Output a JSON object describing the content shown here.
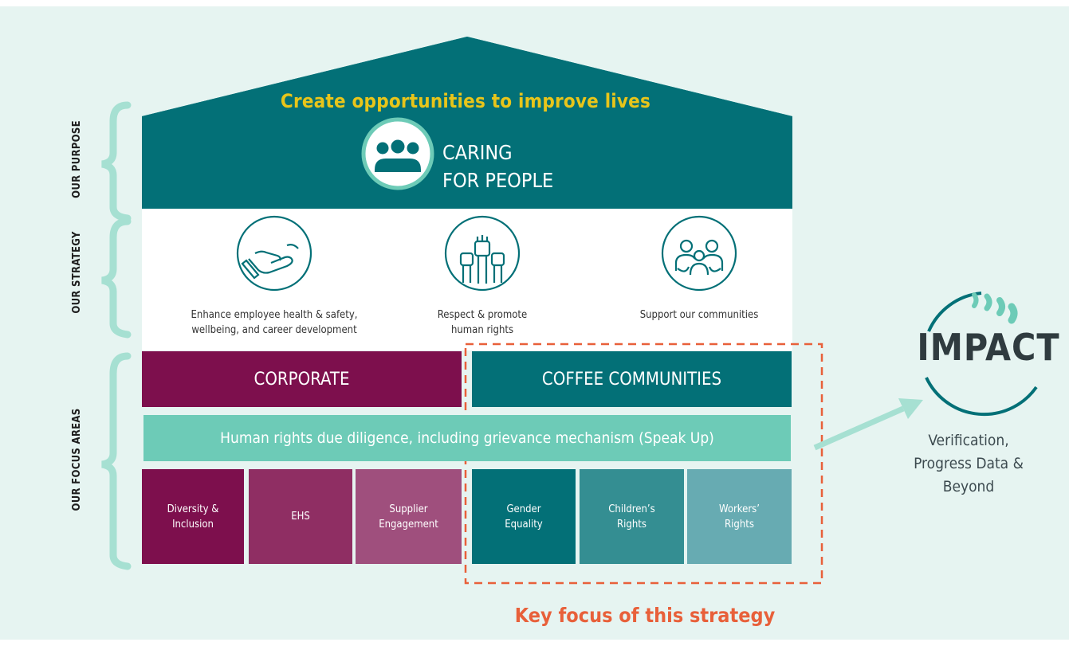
{
  "purpose": {
    "headline": "Create opportunities to improve lives",
    "pillar_line1": "CARING",
    "pillar_line2": "FOR PEOPLE"
  },
  "side_labels": {
    "purpose": "OUR PURPOSE",
    "strategy": "OUR STRATEGY",
    "focus_areas": "OUR FOCUS AREAS"
  },
  "strategy": [
    {
      "icon": "open-hand-icon",
      "line1": "Enhance employee health & safety,",
      "line2": "wellbeing, and career development"
    },
    {
      "icon": "raised-fists-icon",
      "line1": "Respect & promote",
      "line2": "human rights"
    },
    {
      "icon": "family-icon",
      "line1": "Support our communities",
      "line2": ""
    }
  ],
  "focus_areas": {
    "corporate": "CORPORATE",
    "coffee": "COFFEE COMMUNITIES",
    "due_diligence": "Human rights due diligence, including  grievance  mechanism (Speak Up)",
    "tiles": [
      {
        "label": "Diversity &\nInclusion",
        "color": "#7d0f4d"
      },
      {
        "label": "EHS",
        "color": "#8f2e63"
      },
      {
        "label": "Supplier\nEngagement",
        "color": "#9f4f7d"
      },
      {
        "label": "Gender\nEquality",
        "color": "#037077"
      },
      {
        "label": "Children’s\nRights",
        "color": "#348e92"
      },
      {
        "label": "Workers’\nRights",
        "color": "#67abb2"
      }
    ]
  },
  "key_focus": "Key focus of this strategy",
  "impact": {
    "word": "IMPACT",
    "caption_line1": "Verification,",
    "caption_line2": "Progress Data &",
    "caption_line3": "Beyond"
  },
  "colors": {
    "background": "#e6f4f1",
    "teal_dark": "#037077",
    "magenta": "#7d0f4d",
    "mint": "#6dcbb7",
    "brace": "#a6e0d2",
    "yellow": "#e8c51a",
    "orange": "#e8603a"
  }
}
